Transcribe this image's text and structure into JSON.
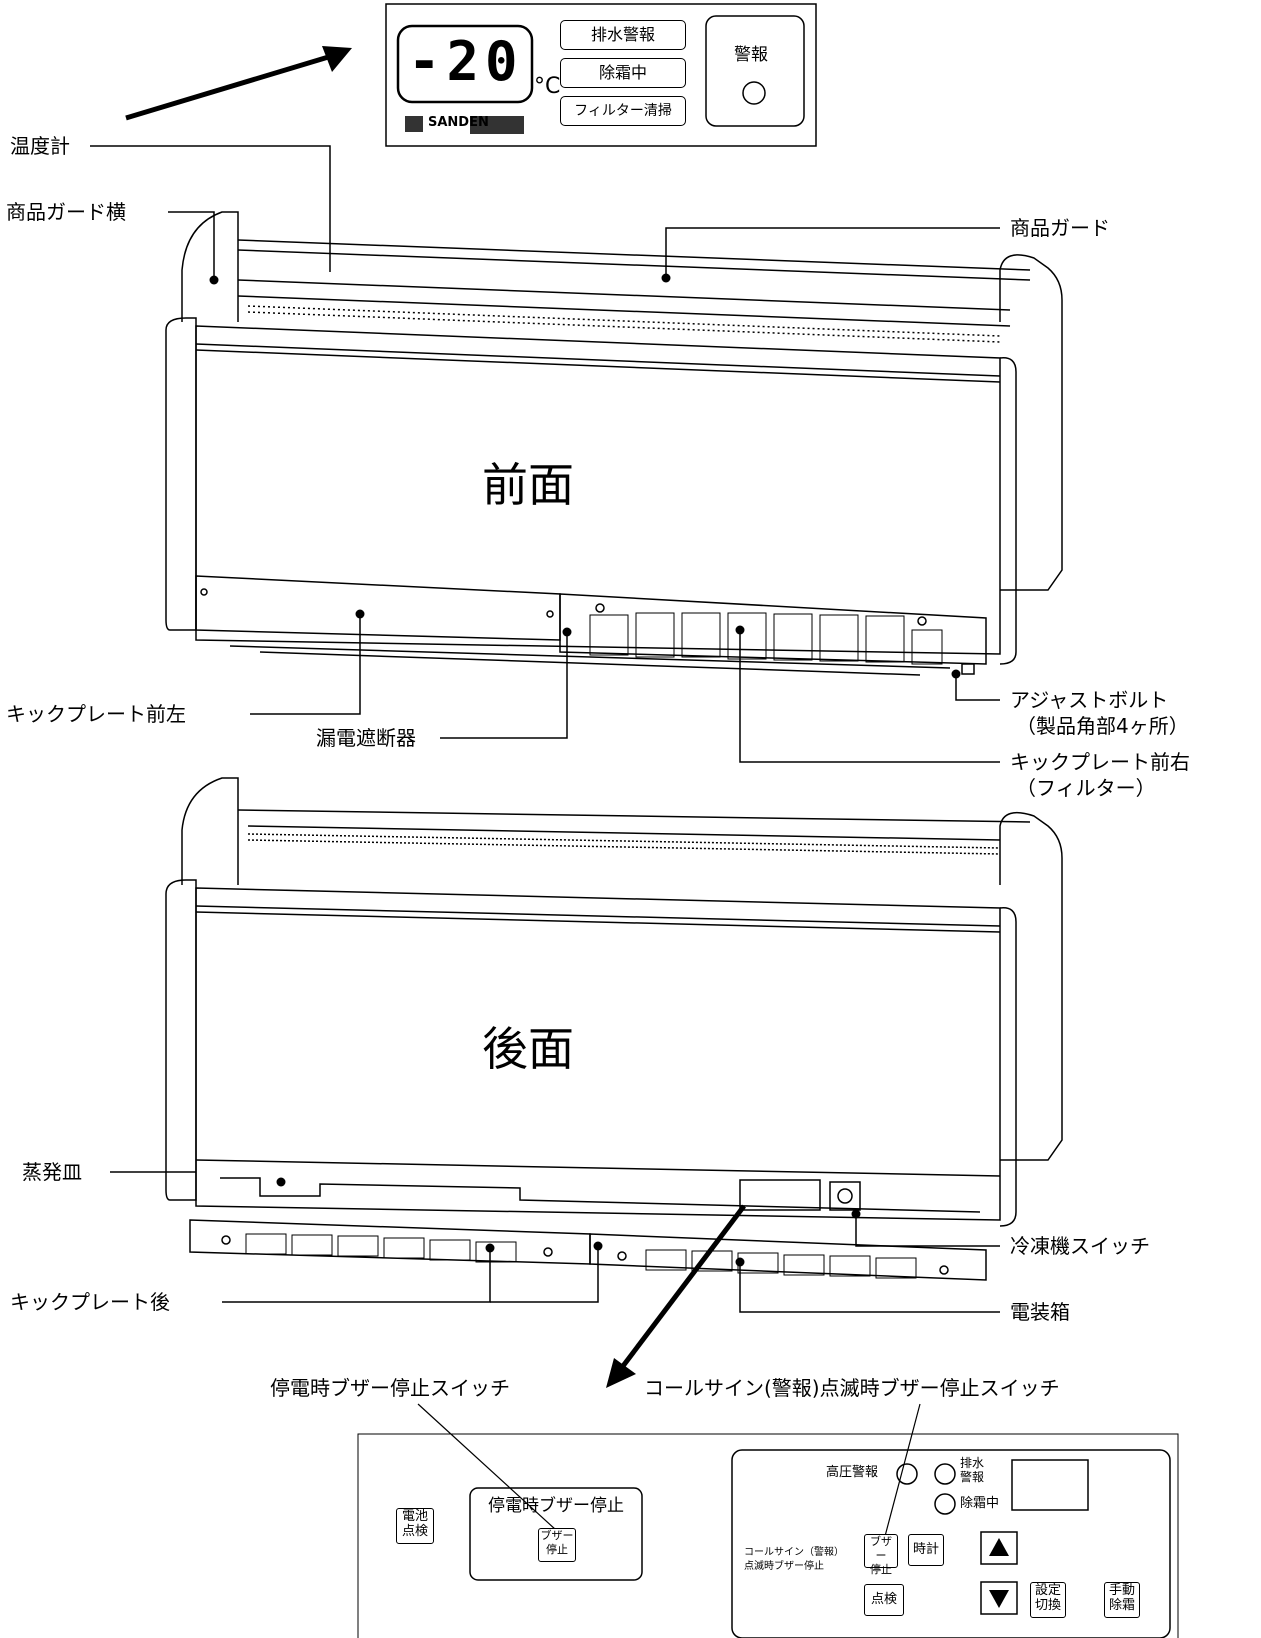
{
  "panel_top": {
    "temperature": "-20",
    "unit": "°C",
    "brand": "SANDEN",
    "status_labels": [
      "排水警報",
      "除霜中",
      "フィルター清掃"
    ],
    "alarm_label": "警報"
  },
  "views": {
    "front": "前面",
    "rear": "後面"
  },
  "callouts": {
    "thermometer": "温度計",
    "guard_side": "商品ガード横",
    "guard": "商品ガード",
    "kick_front_left": "キックプレート前左",
    "breaker": "漏電遮断器",
    "adjust_bolt_1": "アジャストボルト",
    "adjust_bolt_2": "（製品角部4ヶ所）",
    "kick_front_right_1": "キックプレート前右",
    "kick_front_right_2": "（フィルター）",
    "evap_tray": "蒸発皿",
    "kick_rear": "キックプレート後",
    "fridge_switch": "冷凍機スイッチ",
    "electrical_box": "電装箱",
    "power_fail_buzzer_switch": "停電時ブザー停止スイッチ",
    "callsign_buzzer_switch": "コールサイン(警報)点滅時ブザー停止スイッチ"
  },
  "panel_bottom": {
    "battery_check": [
      "電池",
      "点検"
    ],
    "power_fail_title": "停電時ブザー停止",
    "buzzer_stop": [
      "ブザー",
      "停止"
    ],
    "high_pressure_alarm": "高圧警報",
    "drain_alarm": [
      "排水",
      "警報"
    ],
    "defrosting": "除霜中",
    "callsign_note": [
      "コールサイン（警報）",
      "点滅時ブザー停止"
    ],
    "buzzer_stop2": [
      "ブザー",
      "停止"
    ],
    "clock": "時計",
    "check": "点検",
    "setting_switch": [
      "設定",
      "切換"
    ],
    "manual_defrost": [
      "手動",
      "除霜"
    ]
  }
}
